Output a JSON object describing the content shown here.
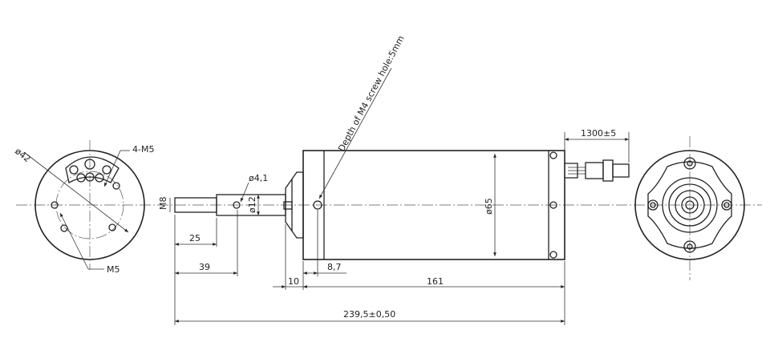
{
  "labels": {
    "d42": "ø42",
    "m5_4": "4-M5",
    "m5": "M5",
    "d4_1": "ø4,1",
    "d12": "ø12",
    "m8": "M8",
    "len25": "25",
    "len39": "39",
    "d65": "ø65",
    "len8_7": "8,7",
    "len10": "10",
    "len161": "161",
    "total": "239,5±0,50",
    "cable": "1300±5",
    "screw_note": "Depth of M4 screw hole:5mm"
  }
}
